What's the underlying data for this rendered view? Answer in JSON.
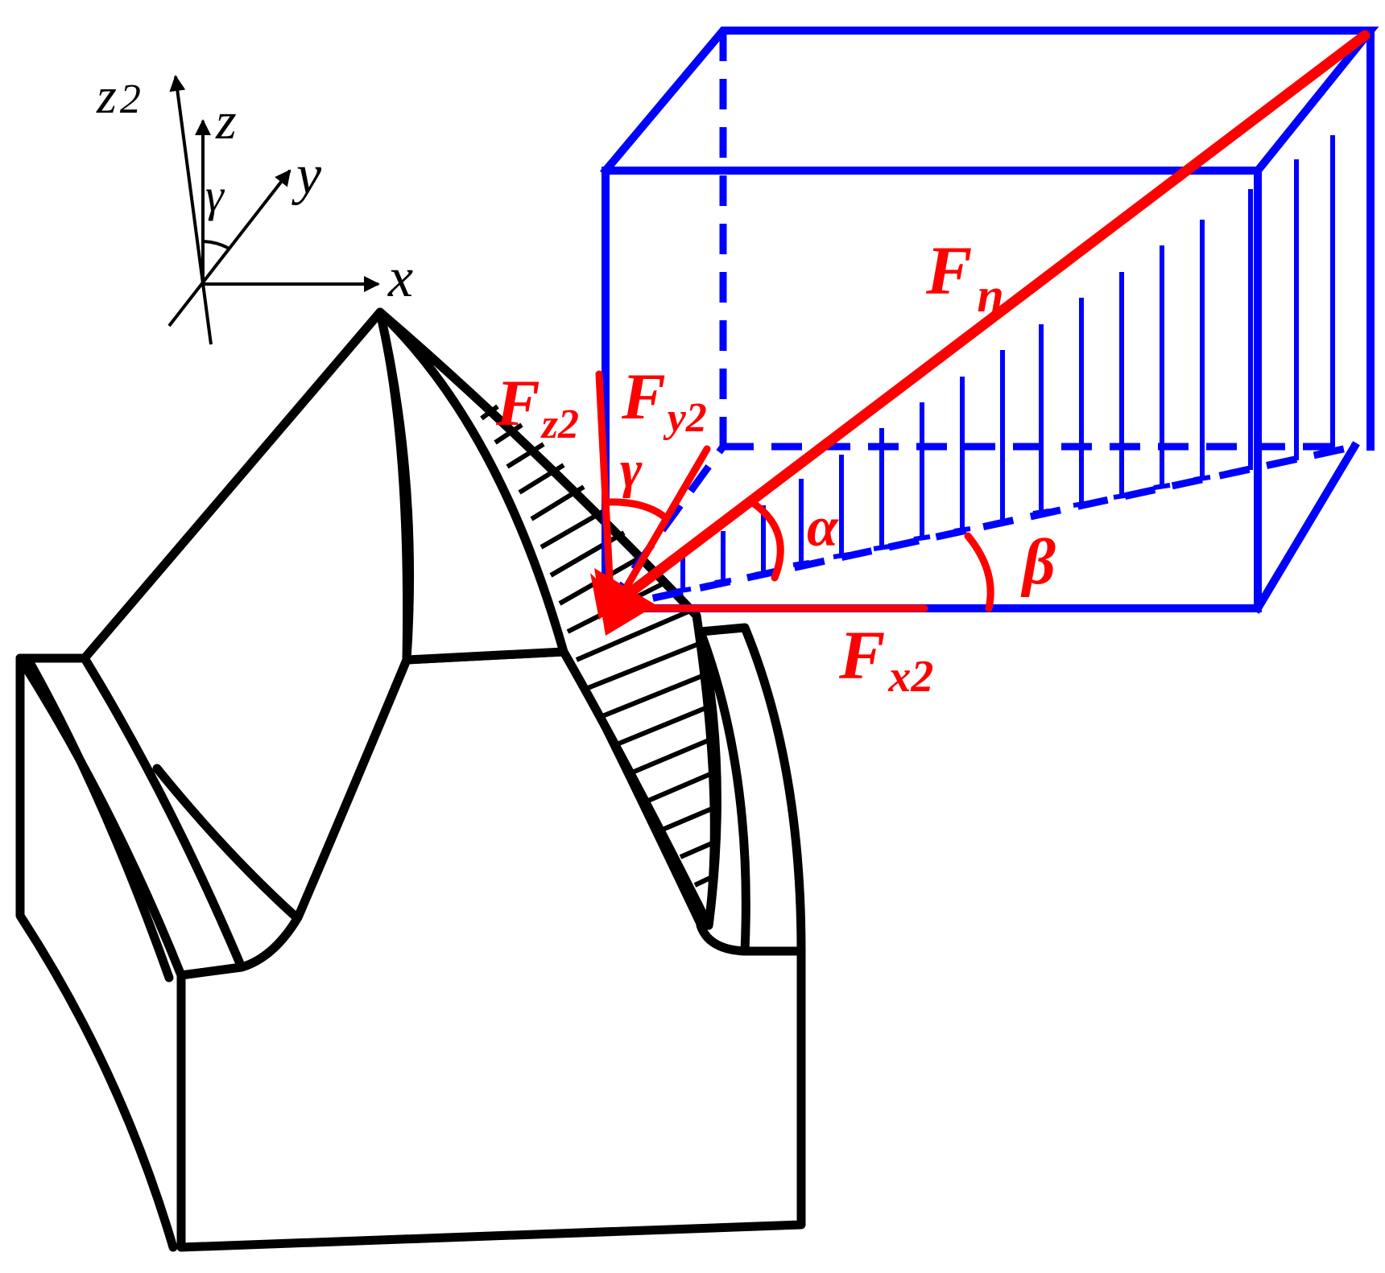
{
  "axes": {
    "x": "x",
    "y": "y",
    "z": "z",
    "z2": "z",
    "z2_sub": "2",
    "angle": "γ"
  },
  "forces": {
    "fn": "F",
    "fn_sub": "n",
    "fz2": "F",
    "fz2_sub": "z2",
    "fy2": "F",
    "fy2_sub": "y2",
    "fx2": "F",
    "fx2_sub": "x2",
    "gamma": "γ",
    "alpha": "α",
    "beta": "β"
  },
  "colors": {
    "tool": "#000000",
    "box": "#0000ff",
    "force": "#ff0000"
  }
}
